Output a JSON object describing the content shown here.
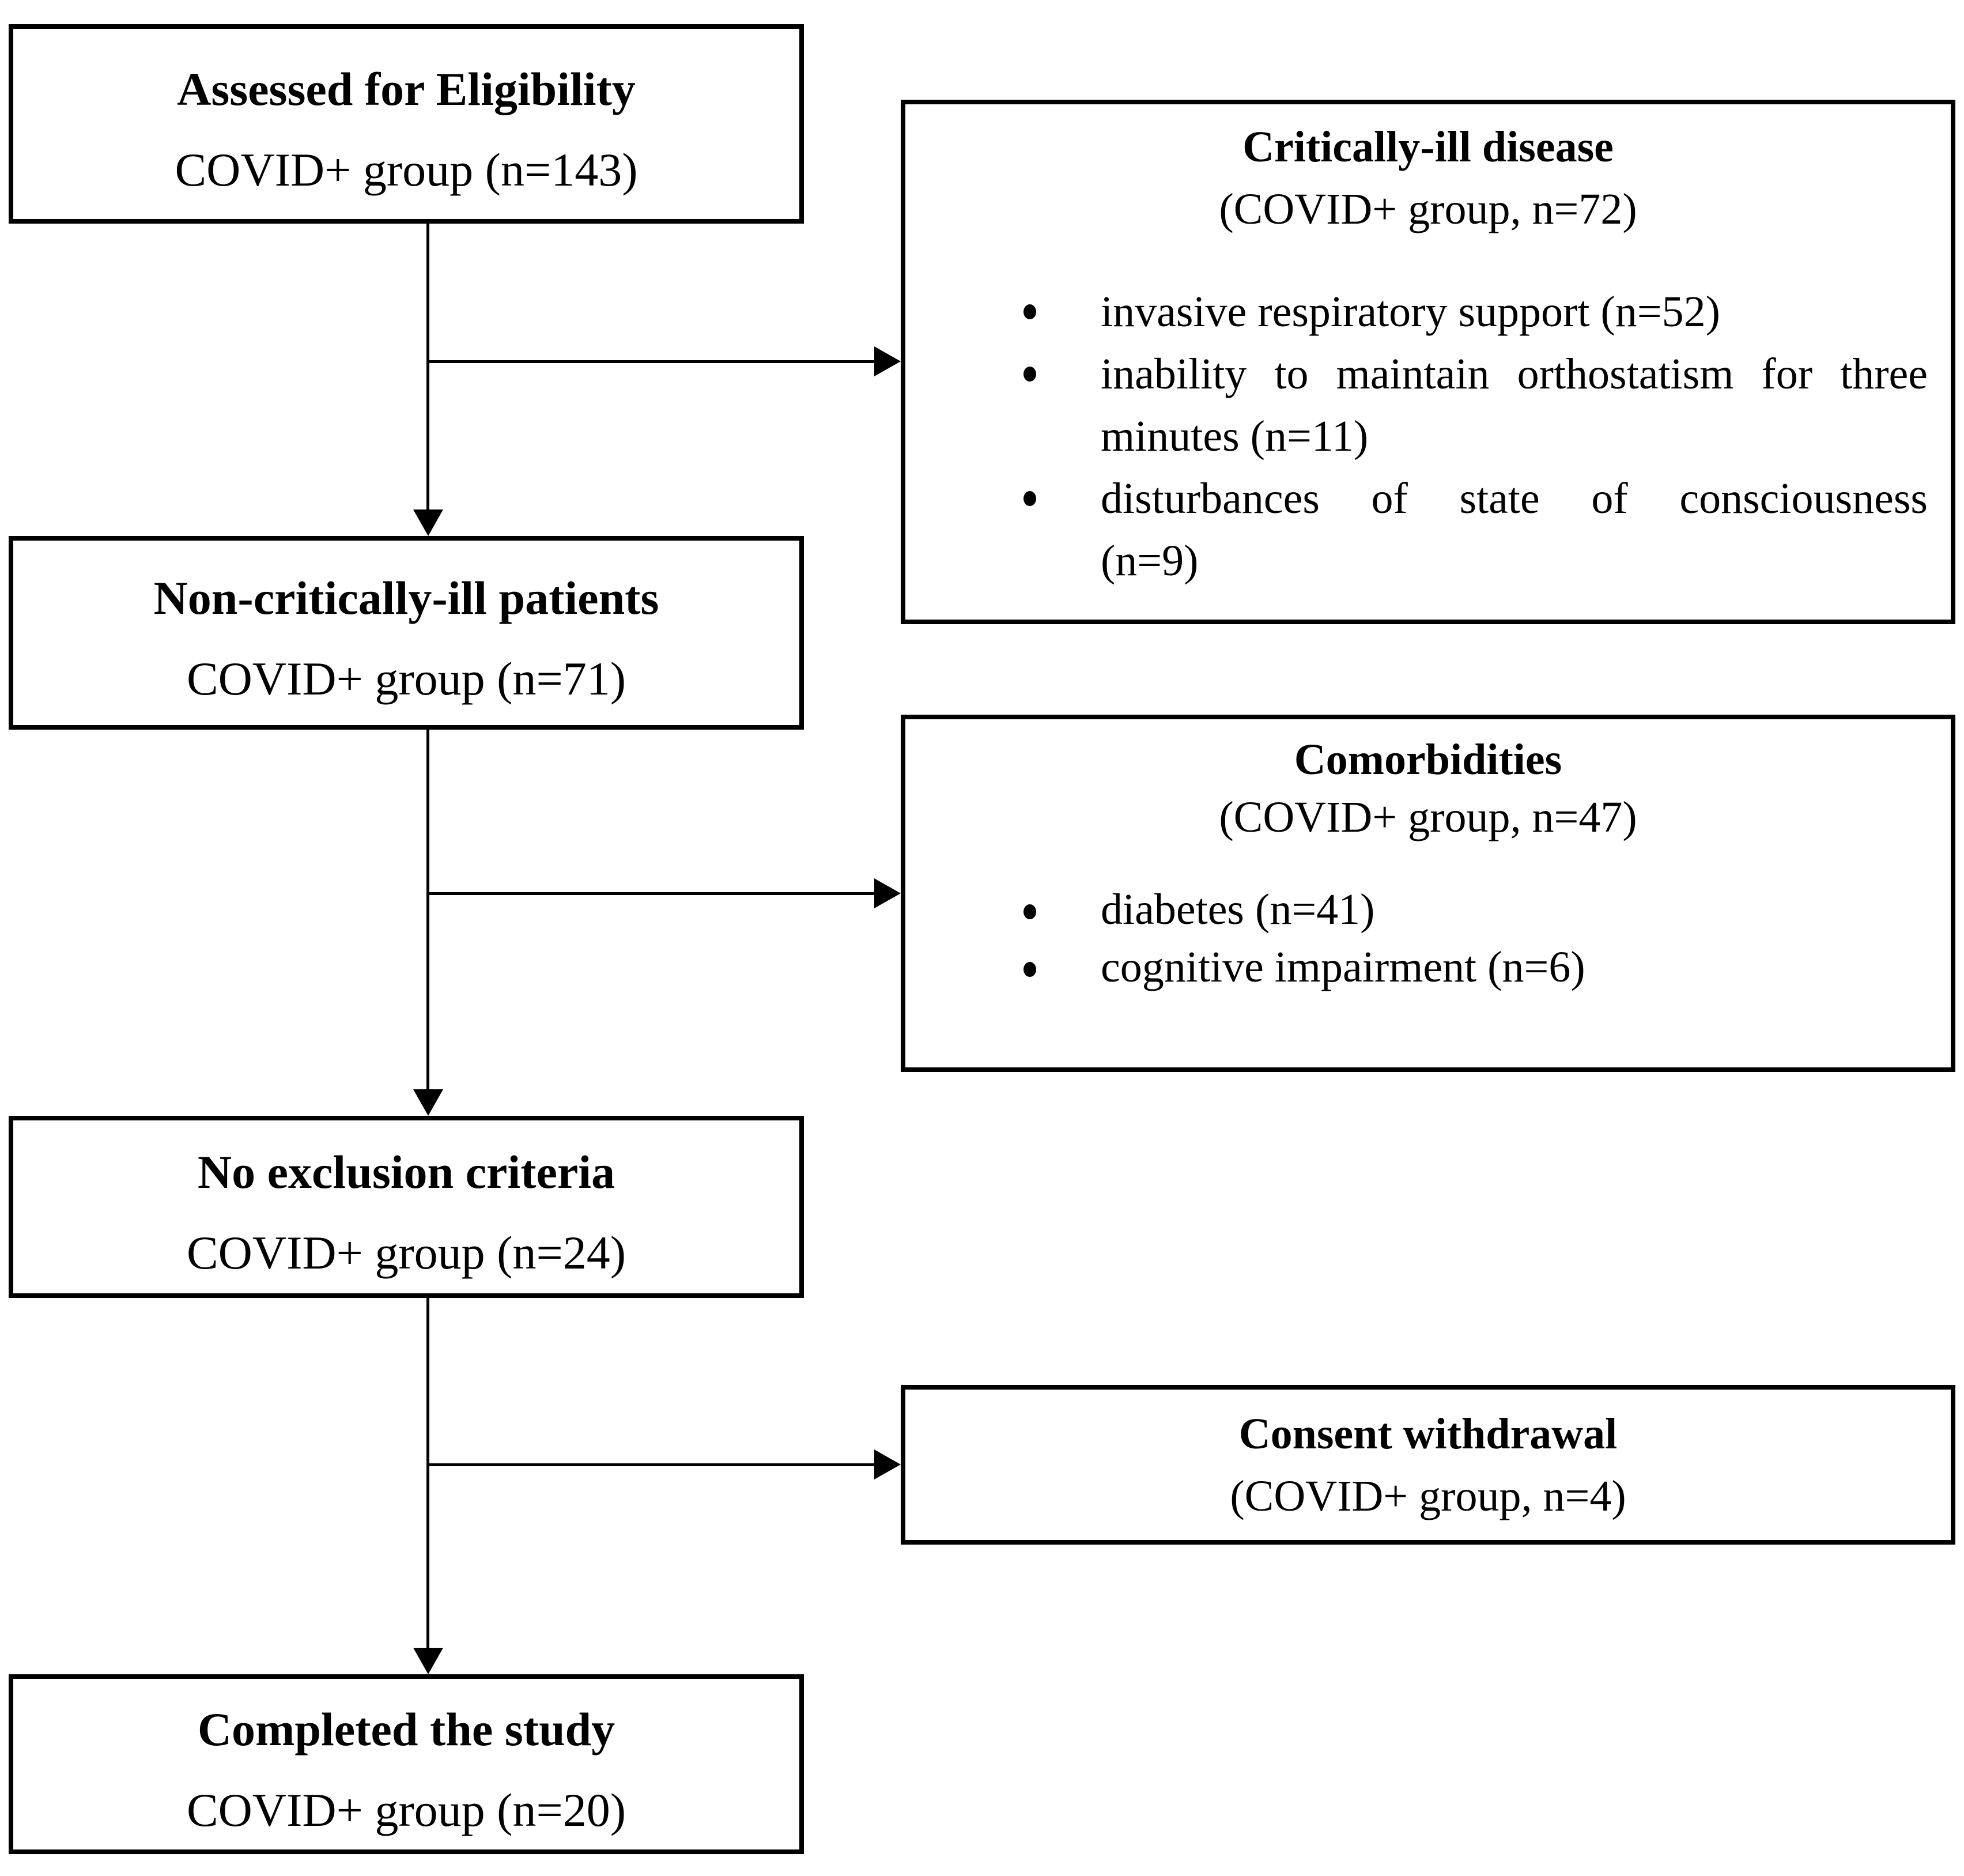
{
  "diagram": {
    "main_boxes": [
      {
        "title": "Assessed for Eligibility",
        "subtitle": "COVID+ group (n=143)"
      },
      {
        "title": "Non-critically-ill patients",
        "subtitle": "COVID+ group (n=71)"
      },
      {
        "title": "No exclusion criteria",
        "subtitle": "COVID+ group (n=24)"
      },
      {
        "title": "Completed the study",
        "subtitle": "COVID+ group (n=20)"
      }
    ],
    "side_boxes": [
      {
        "title": "Critically-ill disease",
        "subtitle": "(COVID+ group, n=72)",
        "bullets": [
          {
            "lines": [
              "invasive respiratory support (n=52)",
              ""
            ]
          },
          {
            "lines": [
              "inability to maintain orthostatism for three",
              "minutes (n=11)"
            ]
          },
          {
            "lines": [
              "disturbances of state of consciousness",
              "(n=9)"
            ]
          }
        ]
      },
      {
        "title": "Comorbidities",
        "subtitle": "(COVID+ group, n=47)",
        "bullets": [
          {
            "lines": [
              "diabetes (n=41)"
            ]
          },
          {
            "lines": [
              "cognitive impairment (n=6)"
            ]
          }
        ]
      },
      {
        "title": "Consent withdrawal",
        "subtitle": "(COVID+ group, n=4)"
      }
    ],
    "colors": {
      "line": "#000000",
      "background": "#ffffff",
      "text": "#000000"
    }
  }
}
